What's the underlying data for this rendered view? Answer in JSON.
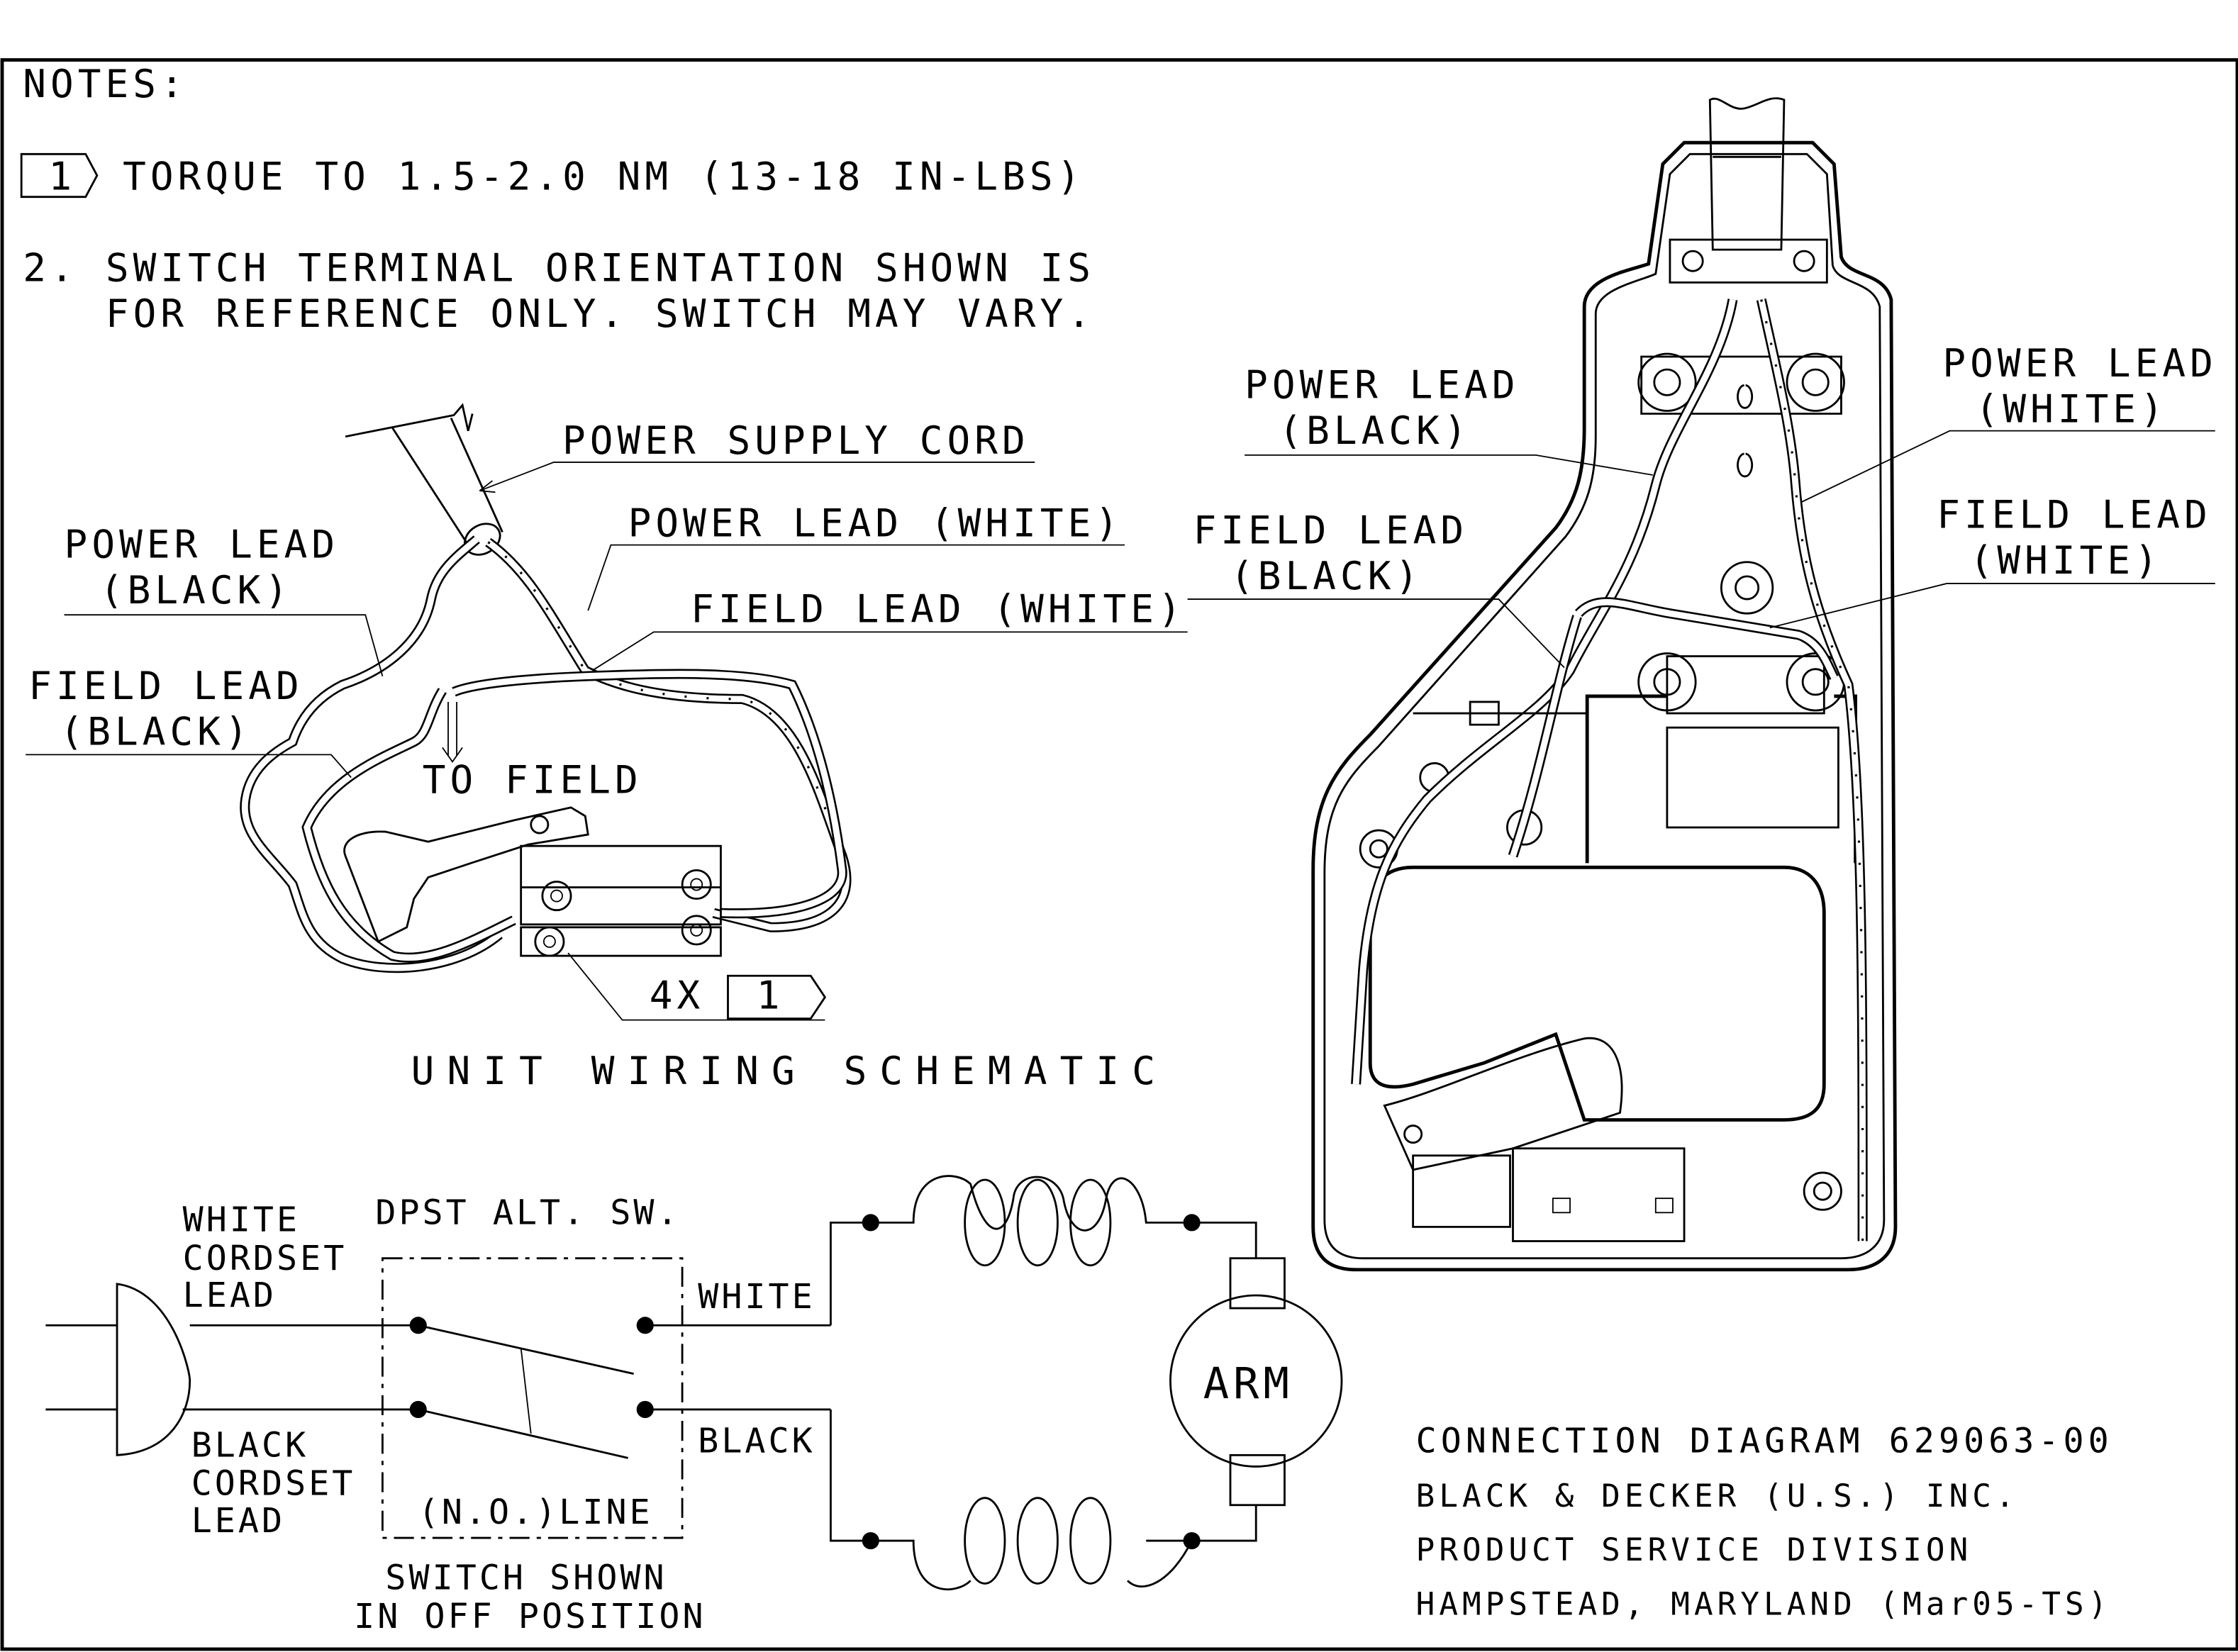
{
  "notes": {
    "heading": "NOTES:",
    "items": [
      {
        "marker": "1",
        "marker_style": "flag",
        "text": "TORQUE TO 1.5-2.0 NM (13-18 IN-LBS)"
      },
      {
        "marker": "2.",
        "marker_style": "plain",
        "lines": [
          "SWITCH TERMINAL ORIENTATION SHOWN IS",
          "FOR REFERENCE ONLY.  SWITCH MAY VARY."
        ]
      }
    ]
  },
  "unit_wiring_schematic": {
    "title": "UNIT WIRING SCHEMATIC",
    "callouts": {
      "power_supply_cord": "POWER SUPPLY CORD",
      "power_lead_white": "POWER LEAD (WHITE)",
      "field_lead_white": "FIELD LEAD (WHITE)",
      "power_lead_black": [
        "POWER LEAD",
        "(BLACK)"
      ],
      "field_lead_black": [
        "FIELD LEAD",
        "(BLACK)"
      ],
      "to_field": "TO FIELD",
      "torque_ref_qty": "4X",
      "torque_ref_flag": "1"
    }
  },
  "housing_view": {
    "callouts": {
      "power_lead_black": [
        "POWER LEAD",
        "(BLACK)"
      ],
      "power_lead_white": [
        "POWER LEAD",
        "(WHITE)"
      ],
      "field_lead_black": [
        "FIELD LEAD",
        "(BLACK)"
      ],
      "field_lead_white": [
        "FIELD LEAD",
        "(WHITE)"
      ]
    }
  },
  "circuit": {
    "white_cordset_lead": [
      "WHITE",
      "CORDSET",
      "LEAD"
    ],
    "black_cordset_lead": [
      "BLACK",
      "CORDSET",
      "LEAD"
    ],
    "switch_label": "DPST ALT. SW.",
    "switch_note": "(N.O.)LINE",
    "switch_state": [
      "SWITCH SHOWN",
      "IN OFF POSITION"
    ],
    "white_wire": "WHITE",
    "black_wire": "BLACK",
    "armature": "ARM"
  },
  "title_block": {
    "lines": [
      "CONNECTION DIAGRAM 629063-00",
      "BLACK & DECKER (U.S.) INC.",
      "PRODUCT SERVICE DIVISION",
      "HAMPSTEAD, MARYLAND (Mar05-TS)"
    ]
  }
}
